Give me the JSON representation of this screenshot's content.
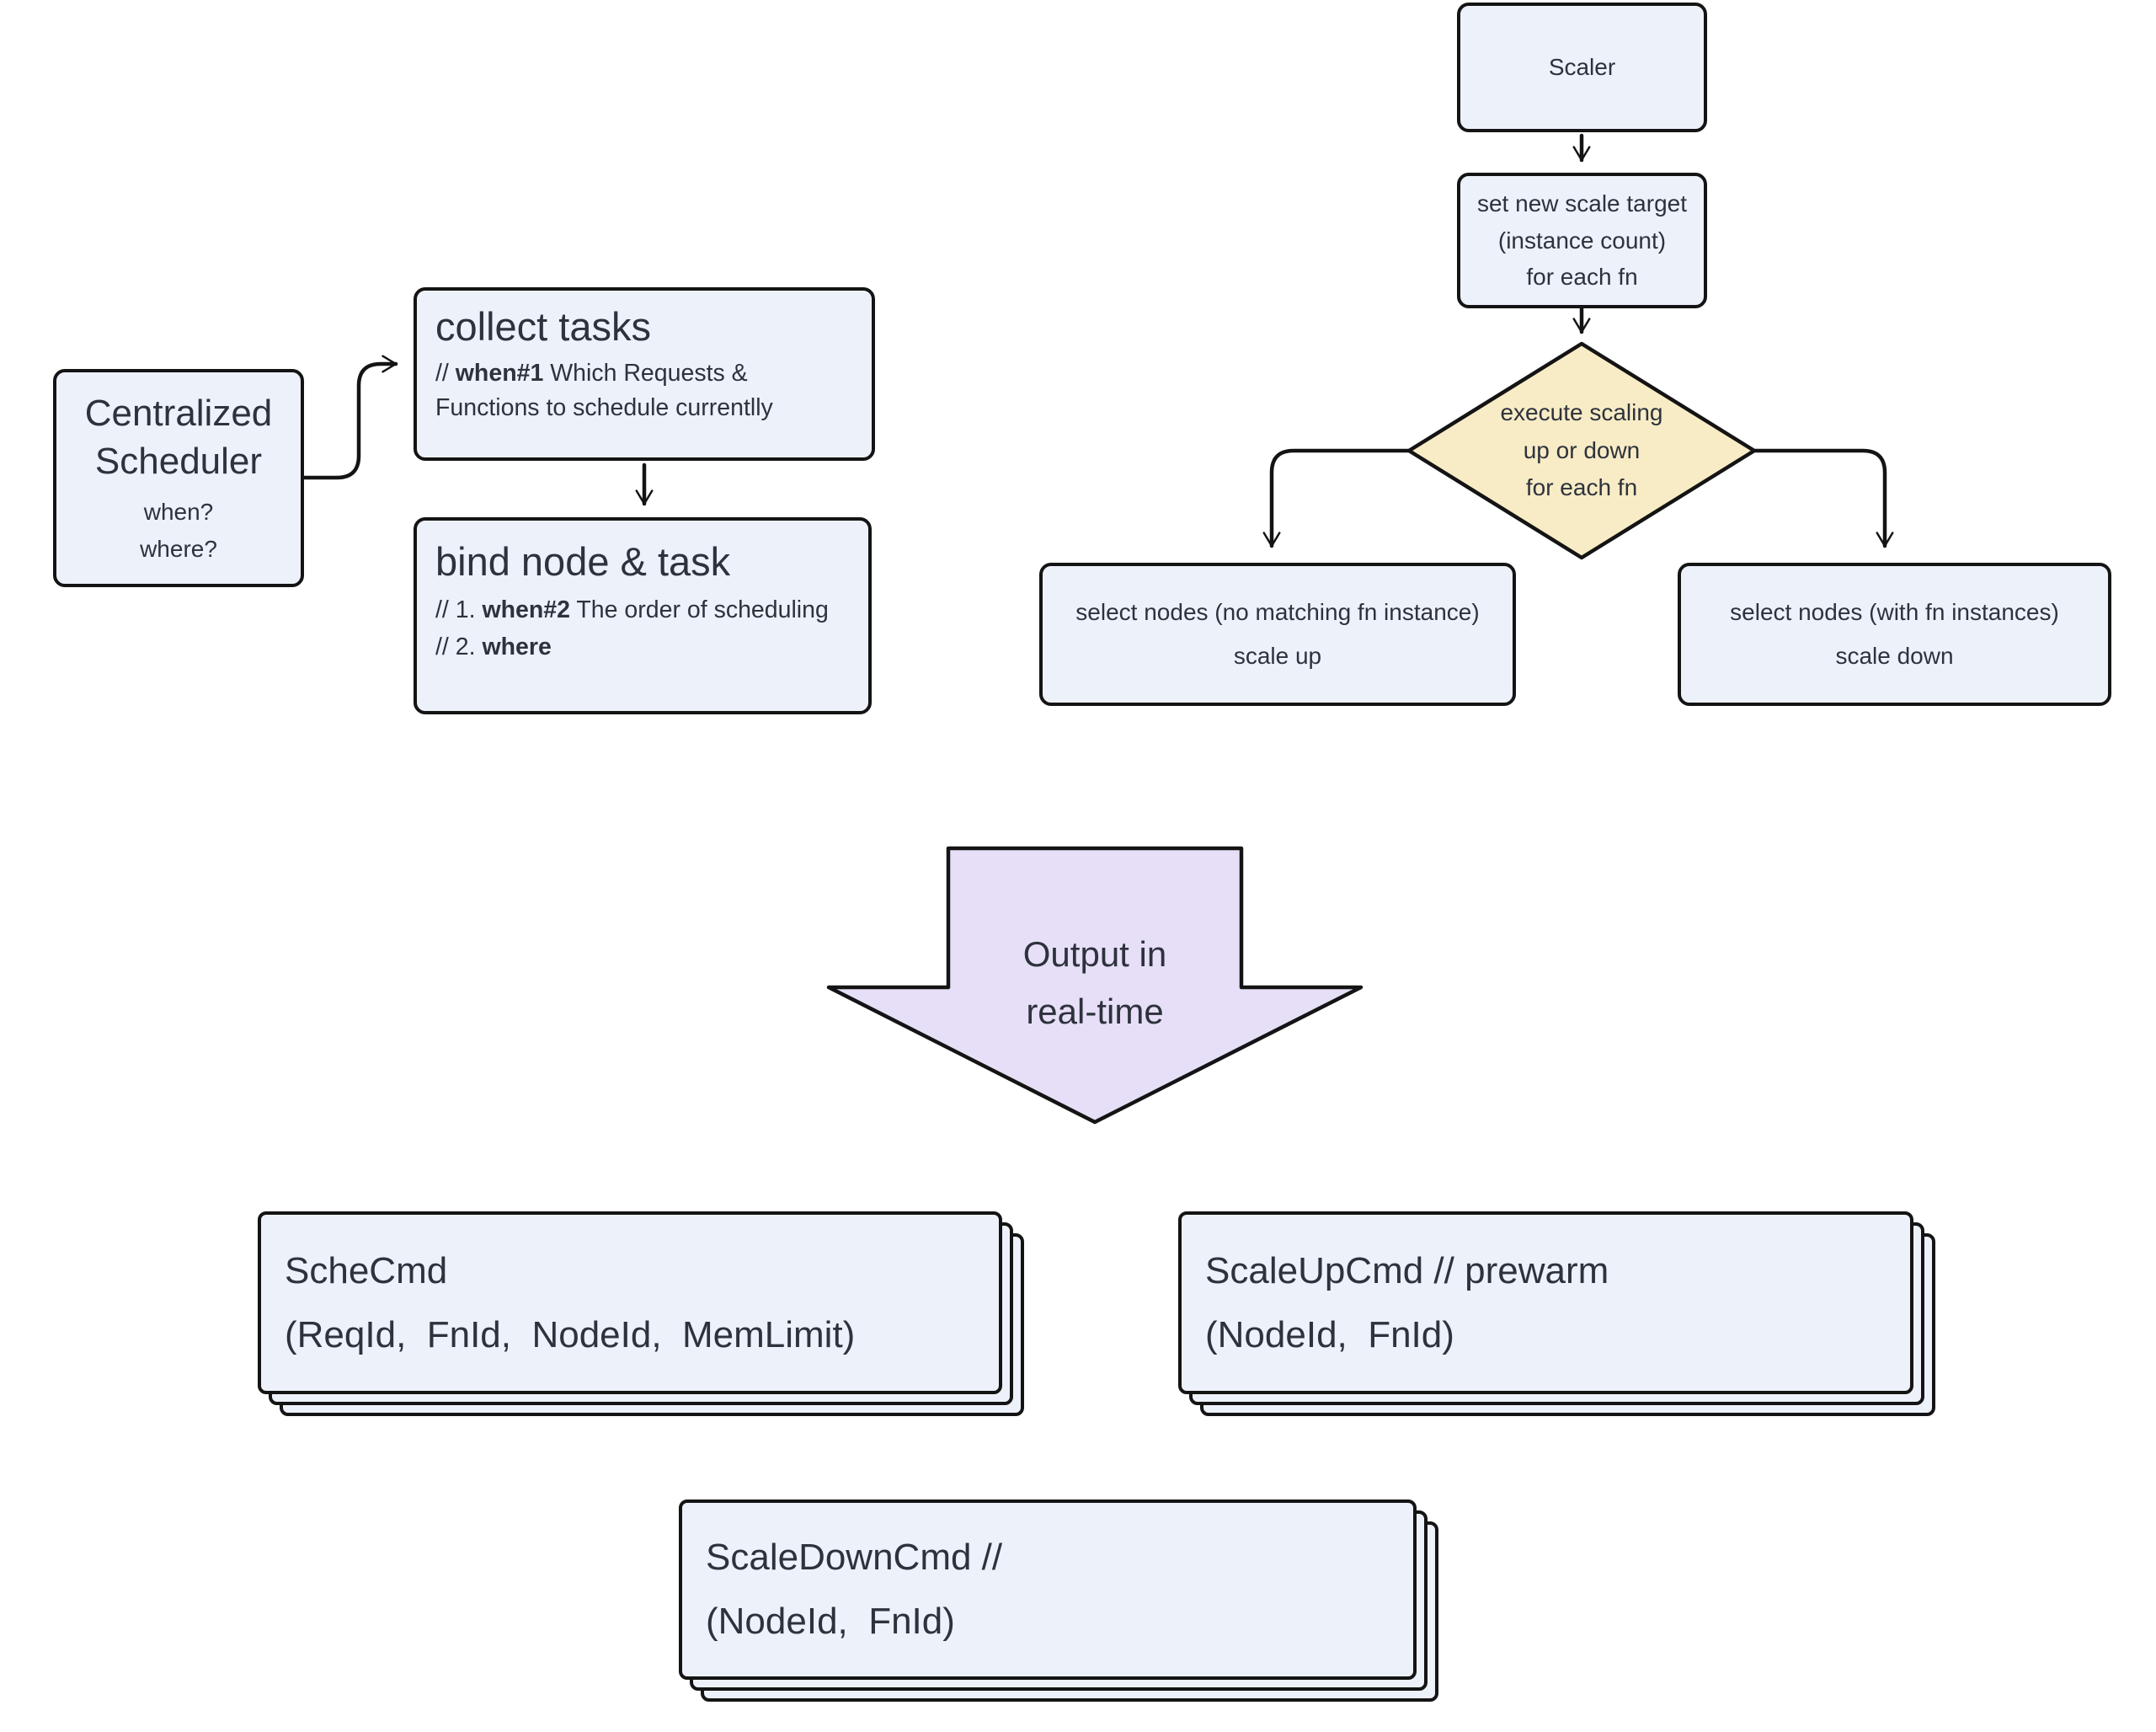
{
  "colors": {
    "node_fill": "#edf1fa",
    "node_border": "#141414",
    "diamond_fill": "#f8ecc6",
    "output_arrow_fill": "#e7dff7",
    "connector": "#141414",
    "text": "#2d323c"
  },
  "scheduler": {
    "title_line1": "Centralized",
    "title_line2": "Scheduler",
    "sub_line1": "when?",
    "sub_line2": "where?"
  },
  "collect_tasks": {
    "title": "collect tasks",
    "comment_prefix": "// ",
    "comment_bold": "when#1",
    "comment_rest": " Which Requests & Functions to schedule currentlly"
  },
  "bind_node_task": {
    "title": "bind node & task",
    "c1_prefix": "// 1. ",
    "c1_bold": "when#2",
    "c1_rest": " The order of scheduling",
    "c2_prefix": "// 2. ",
    "c2_bold": "where"
  },
  "scaler_flow": {
    "scaler_label": "Scaler",
    "set_target_line1": "set new scale target",
    "set_target_line2": "(instance count)",
    "set_target_line3": "for each fn",
    "decision_line1": "execute scaling",
    "decision_line2": "up or down",
    "decision_line3": "for each fn",
    "scale_up_line1": "select nodes (no matching fn instance)",
    "scale_up_line2": "scale up",
    "scale_down_line1": "select nodes (with fn instances)",
    "scale_down_line2": "scale down"
  },
  "output_arrow": {
    "line1": "Output in",
    "line2": "real-time"
  },
  "commands": {
    "sche": {
      "line1": "ScheCmd",
      "line2": "(ReqId,  FnId,  NodeId,  MemLimit)"
    },
    "scale_up": {
      "line1": "ScaleUpCmd // prewarm",
      "line2": "(NodeId,  FnId)"
    },
    "scale_down": {
      "line1": "ScaleDownCmd //",
      "line2": "(NodeId,  FnId)"
    }
  }
}
